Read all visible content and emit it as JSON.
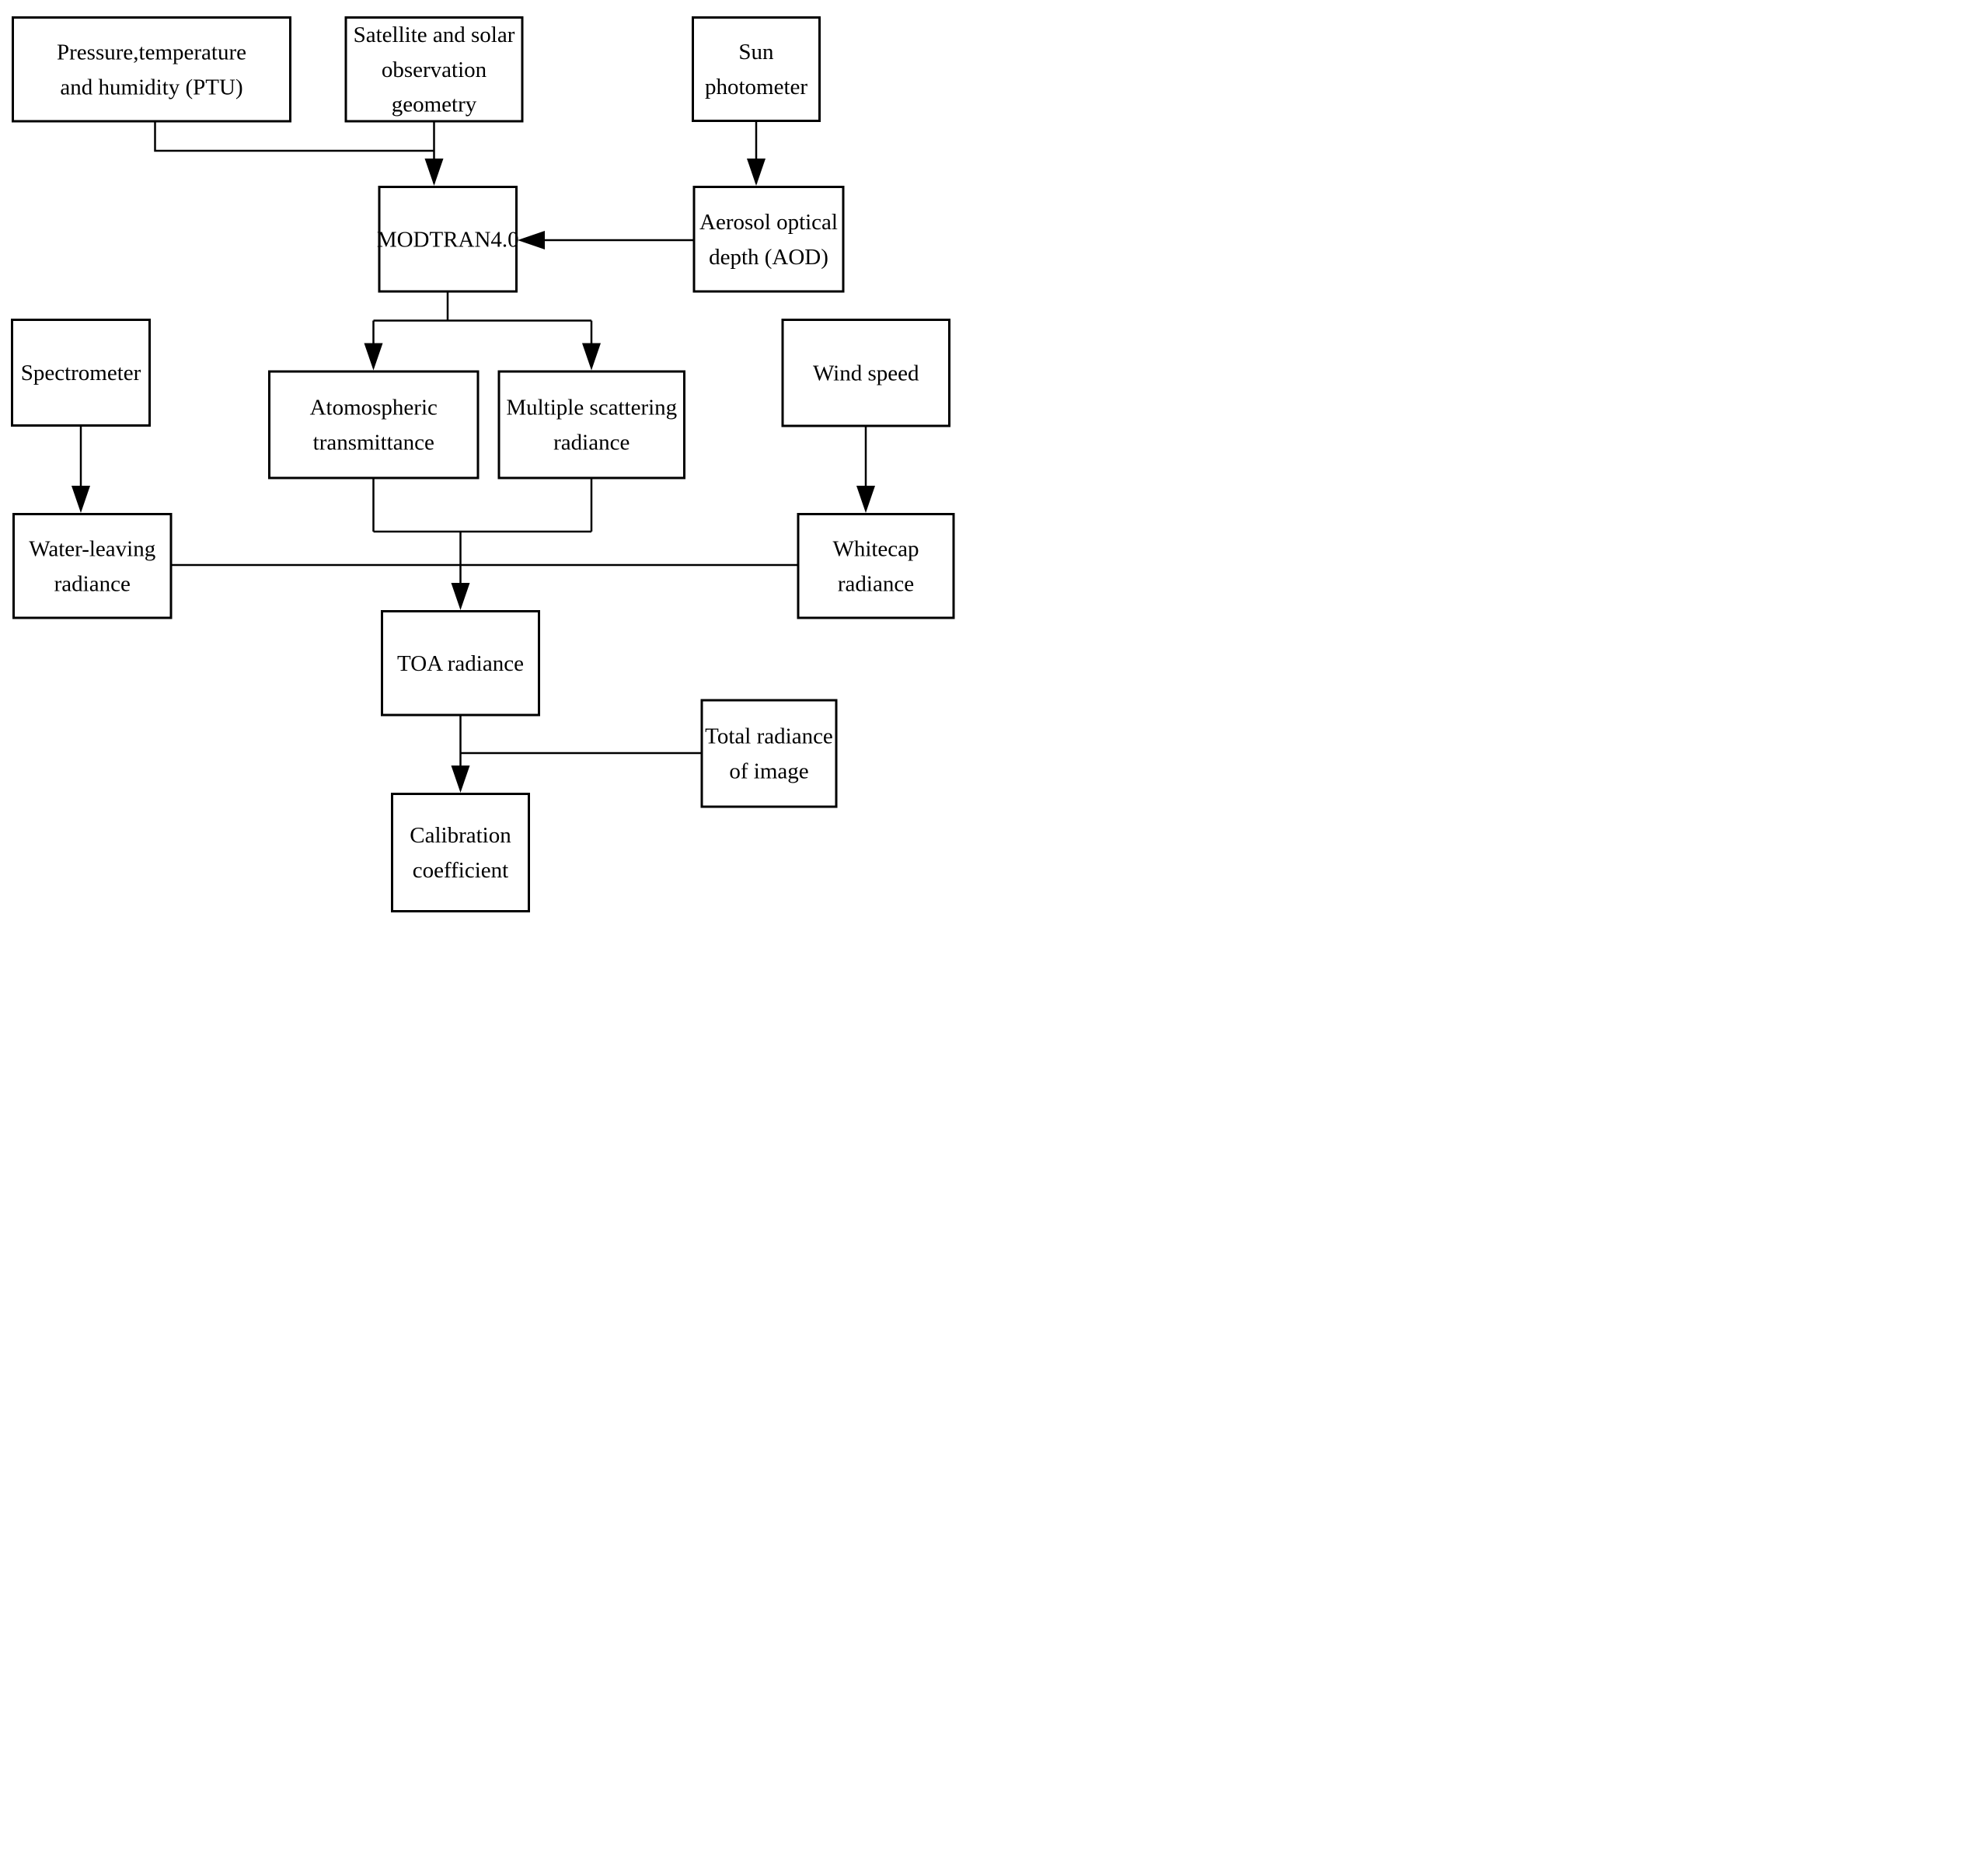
{
  "diagram": {
    "title": "Radiometric calibration flowchart",
    "type": "flowchart",
    "colors": {
      "line": "#000000",
      "box_border": "#000000",
      "box_background": "#ffffff",
      "page_background": "#ffffff",
      "text": "#000000"
    },
    "nodes": {
      "ptu": "Pressure,temperature\nand humidity (PTU)",
      "satellite": "Satellite and solar\nobservation geometry",
      "sun_photometer": "Sun photometer",
      "modtran": "MODTRAN4.0",
      "aod": "Aerosol optical\ndepth (AOD)",
      "spectrometer": "Spectrometer",
      "atmospheric_transmittance": "Atomospheric\ntransmittance",
      "multiple_scattering": "Multiple scattering\nradiance",
      "wind_speed": "Wind speed",
      "water_leaving": "Water-leaving\nradiance",
      "whitecap": "Whitecap\nradiance",
      "toa": "TOA radiance",
      "total_radiance": "Total radiance\nof image",
      "calibration": "Calibration\ncoefficient"
    },
    "edges": [
      "ptu -> modtran",
      "satellite -> modtran",
      "sun_photometer -> aod",
      "aod -> modtran",
      "modtran -> atmospheric_transmittance",
      "modtran -> multiple_scattering",
      "spectrometer -> water_leaving",
      "wind_speed -> whitecap",
      "atmospheric_transmittance + multiple_scattering + water_leaving + whitecap -> toa",
      "toa + total_radiance -> calibration"
    ]
  }
}
